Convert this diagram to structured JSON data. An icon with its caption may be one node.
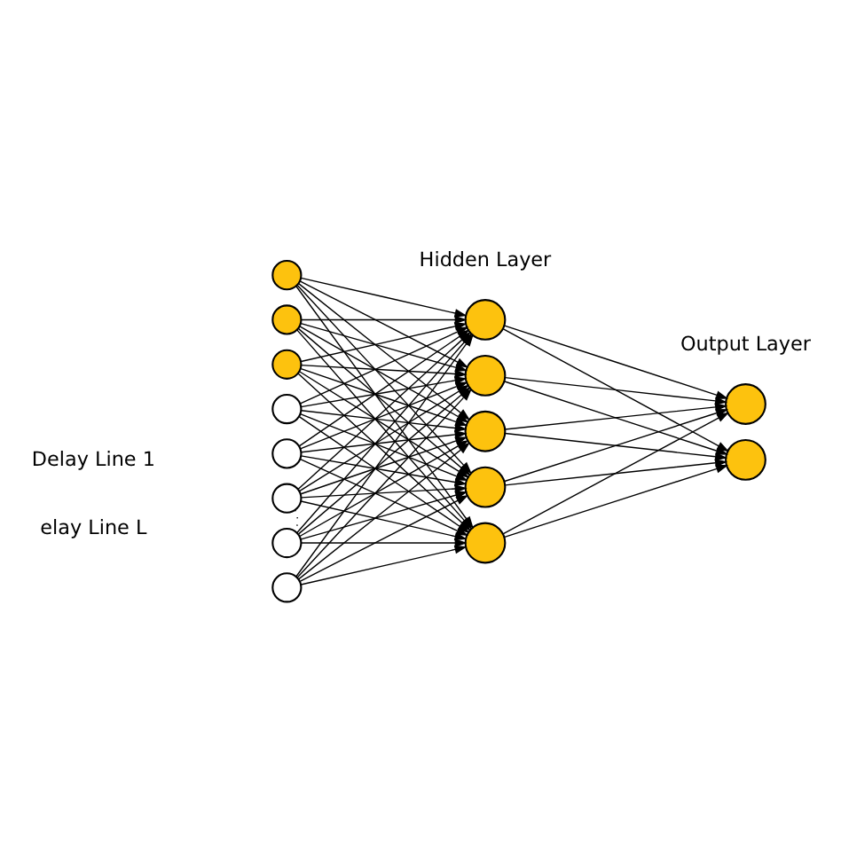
{
  "diagram": {
    "nodes": [
      {
        "text": [],
        "shape": "circle"
      },
      {
        "text": [],
        "shape": "circle"
      },
      {
        "text": [],
        "shape": "circle"
      },
      {
        "text": [],
        "shape": "circle"
      },
      {
        "text": [],
        "shape": "circle"
      },
      {
        "text": [],
        "shape": "circle"
      },
      {
        "text": [],
        "shape": "circle"
      },
      {
        "text": [],
        "shape": "circle"
      },
      {
        "text": [],
        "shape": "circle"
      },
      {
        "text": [],
        "shape": "circle"
      },
      {
        "text": [],
        "shape": "circle"
      },
      {
        "text": [],
        "shape": "circle"
      },
      {
        "text": [],
        "shape": "circle"
      },
      {
        "text": [],
        "shape": "circle"
      },
      {
        "text": [],
        "shape": "circle"
      }
    ],
    "edges": [
      {
        "from": 0,
        "to": 8,
        "arrow": "to"
      },
      {
        "from": 0,
        "to": 9,
        "arrow": "to"
      },
      {
        "from": 0,
        "to": 10,
        "arrow": "to"
      },
      {
        "from": 0,
        "to": 11,
        "arrow": "to"
      },
      {
        "from": 0,
        "to": 12,
        "arrow": "to"
      },
      {
        "from": 1,
        "to": 8,
        "arrow": "to"
      },
      {
        "from": 1,
        "to": 9,
        "arrow": "to"
      },
      {
        "from": 1,
        "to": 10,
        "arrow": "to"
      },
      {
        "from": 1,
        "to": 11,
        "arrow": "to"
      },
      {
        "from": 1,
        "to": 12,
        "arrow": "to"
      },
      {
        "from": 2,
        "to": 8,
        "arrow": "to"
      },
      {
        "from": 2,
        "to": 9,
        "arrow": "to"
      },
      {
        "from": 2,
        "to": 10,
        "arrow": "to"
      },
      {
        "from": 2,
        "to": 11,
        "arrow": "to"
      },
      {
        "from": 2,
        "to": 12,
        "arrow": "to"
      },
      {
        "from": 3,
        "to": 8,
        "arrow": "to"
      },
      {
        "from": 3,
        "to": 9,
        "arrow": "to"
      },
      {
        "from": 3,
        "to": 10,
        "arrow": "to"
      },
      {
        "from": 3,
        "to": 11,
        "arrow": "to"
      },
      {
        "from": 3,
        "to": 12,
        "arrow": "to"
      },
      {
        "from": 4,
        "to": 8,
        "arrow": "to"
      },
      {
        "from": 4,
        "to": 9,
        "arrow": "to"
      },
      {
        "from": 4,
        "to": 10,
        "arrow": "to"
      },
      {
        "from": 4,
        "to": 11,
        "arrow": "to"
      },
      {
        "from": 4,
        "to": 12,
        "arrow": "to"
      },
      {
        "from": 5,
        "to": 8,
        "arrow": "to"
      },
      {
        "from": 5,
        "to": 9,
        "arrow": "to"
      },
      {
        "from": 5,
        "to": 10,
        "arrow": "to"
      },
      {
        "from": 5,
        "to": 11,
        "arrow": "to"
      },
      {
        "from": 5,
        "to": 12,
        "arrow": "to"
      },
      {
        "from": 6,
        "to": 8,
        "arrow": "to"
      },
      {
        "from": 6,
        "to": 9,
        "arrow": "to"
      },
      {
        "from": 6,
        "to": 10,
        "arrow": "to"
      },
      {
        "from": 6,
        "to": 11,
        "arrow": "to"
      },
      {
        "from": 6,
        "to": 12,
        "arrow": "to"
      },
      {
        "from": 7,
        "to": 8,
        "arrow": "to"
      },
      {
        "from": 7,
        "to": 9,
        "arrow": "to"
      },
      {
        "from": 7,
        "to": 10,
        "arrow": "to"
      },
      {
        "from": 7,
        "to": 11,
        "arrow": "to"
      },
      {
        "from": 7,
        "to": 12,
        "arrow": "to"
      },
      {
        "from": 5,
        "to": 6,
        "arrow": "none",
        "style": "dashed"
      },
      {
        "from": 8,
        "to": 13,
        "arrow": "to"
      },
      {
        "from": 8,
        "to": 14,
        "arrow": "to"
      },
      {
        "from": 9,
        "to": 13,
        "arrow": "to"
      },
      {
        "from": 9,
        "to": 14,
        "arrow": "to"
      },
      {
        "from": 10,
        "to": 13,
        "arrow": "to"
      },
      {
        "from": 10,
        "to": 14,
        "arrow": "to"
      },
      {
        "from": 11,
        "to": 13,
        "arrow": "to"
      },
      {
        "from": 11,
        "to": 14,
        "arrow": "to"
      },
      {
        "from": 12,
        "to": 13,
        "arrow": "to"
      },
      {
        "from": 12,
        "to": 14,
        "arrow": "to"
      }
    ],
    "labels": [
      "Hidden Layer",
      "Output Layer",
      "Delay Line 1",
      "elay Line L"
    ]
  }
}
